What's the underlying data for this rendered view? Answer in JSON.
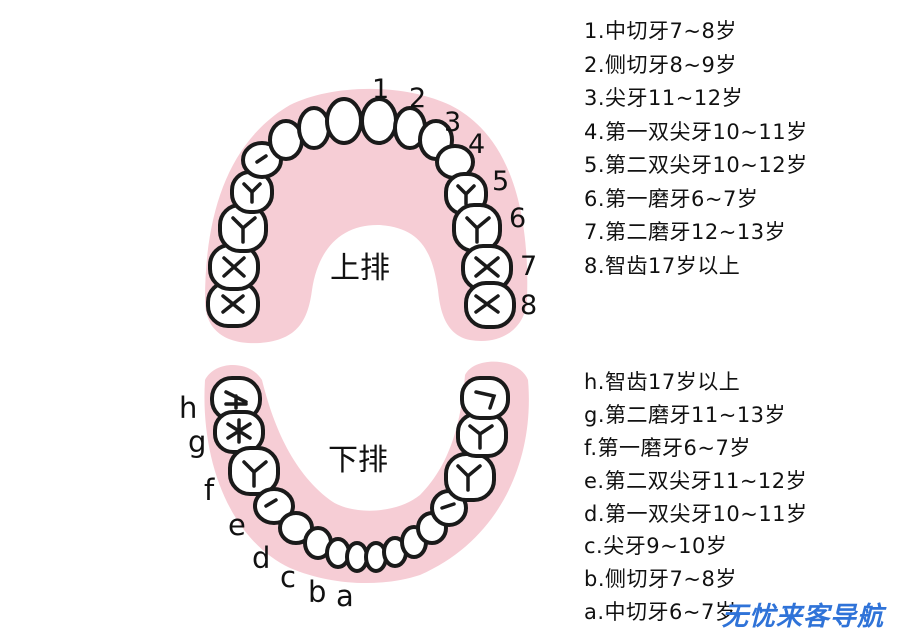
{
  "upper_arch": {
    "label": "上排",
    "number_labels": [
      "1",
      "2",
      "3",
      "4",
      "5",
      "6",
      "7",
      "8"
    ],
    "legend": [
      "1.中切牙7~8岁",
      "2.侧切牙8~9岁",
      "3.尖牙11~12岁",
      "4.第一双尖牙10~11岁",
      "5.第二双尖牙10~12岁",
      "6.第一磨牙6~7岁",
      "7.第二磨牙12~13岁",
      "8.智齿17岁以上"
    ]
  },
  "lower_arch": {
    "label": "下排",
    "letter_labels": [
      "h",
      "g",
      "f",
      "e",
      "d",
      "c",
      "b",
      "a"
    ],
    "legend": [
      "h.智齿17岁以上",
      "g.第二磨牙11~13岁",
      "f.第一磨牙6~7岁",
      "e.第二双尖牙11~12岁",
      "d.第一双尖牙10~11岁",
      "c.尖牙9~10岁",
      "b.侧切牙7~8岁",
      "a.中切牙6~7岁"
    ]
  },
  "watermark": "无忧来客导航",
  "colors": {
    "gum": "#f6cdd5",
    "tooth": "#ffffff",
    "outline": "#1a1a1a",
    "watermark": "#2f73d8"
  }
}
